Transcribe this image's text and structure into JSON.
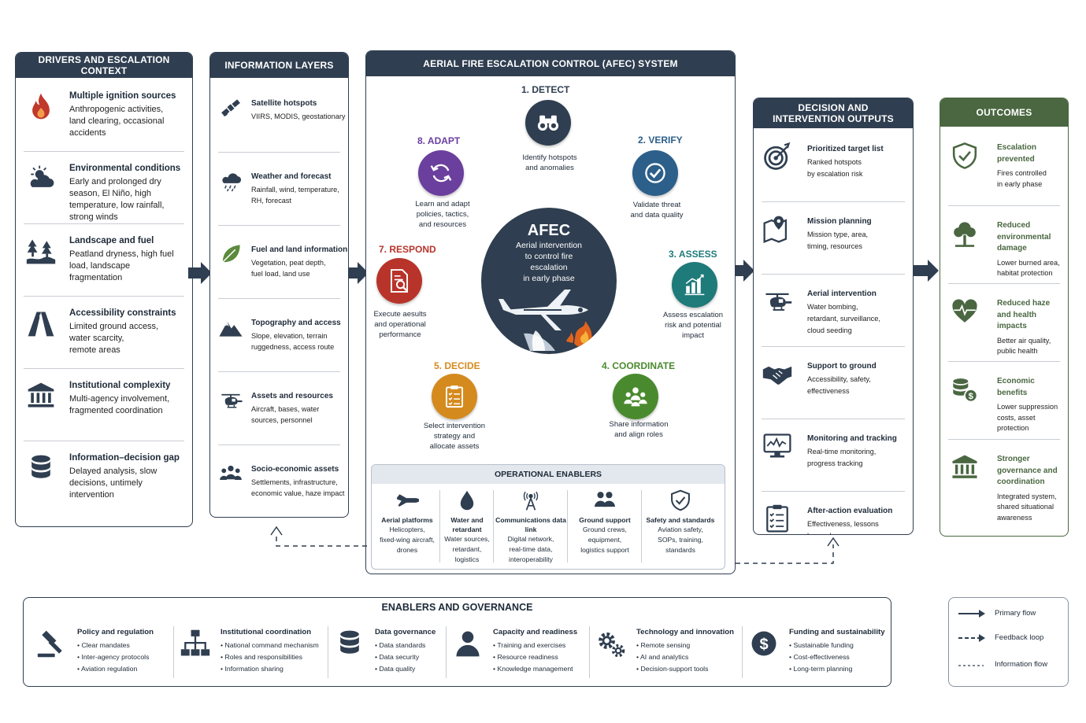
{
  "drivers": {
    "title": "DRIVERS AND ESCALATION CONTEXT",
    "items": [
      {
        "icon": "fire-icon",
        "title": "Multiple ignition sources",
        "desc": [
          "Anthropogenic activities,",
          "land clearing, occasional",
          "accidents"
        ]
      },
      {
        "icon": "weather-icon",
        "title": "Environmental conditions",
        "desc": [
          "Early and prolonged dry",
          "season, El Niño, high",
          "temperature, low rainfall,",
          "strong winds"
        ]
      },
      {
        "icon": "landscape-icon",
        "title": "Landscape and fuel",
        "desc": [
          "Peatland dryness, high fuel",
          "load, landscape",
          "fragmentation"
        ]
      },
      {
        "icon": "road-icon",
        "title": "Accessibility constraints",
        "desc": [
          "Limited ground access,",
          "water scarcity,",
          "remote areas"
        ]
      },
      {
        "icon": "institution-icon",
        "title": "Institutional complexity",
        "desc": [
          "Multi-agency involvement,",
          "fragmented coordination"
        ]
      },
      {
        "icon": "database-icon",
        "title": "Information–decision gap",
        "desc": [
          "Delayed analysis, slow",
          "decisions, untimely",
          "intervention"
        ]
      }
    ]
  },
  "layers": {
    "title": "INFORMATION LAYERS",
    "items": [
      {
        "icon": "satellite-icon",
        "title": "Satellite hotspots",
        "desc": [
          "VIIRS, MODIS, geostationary"
        ]
      },
      {
        "icon": "rain-cloud-icon",
        "title": "Weather and forecast",
        "desc": [
          "Rainfall, wind, temperature,",
          "RH, forecast"
        ]
      },
      {
        "icon": "leaf-icon",
        "title": "Fuel and land information",
        "desc": [
          "Vegetation, peat depth,",
          "fuel load, land use"
        ]
      },
      {
        "icon": "mountain-icon",
        "title": "Topography and access",
        "desc": [
          "Slope, elevation, terrain",
          "ruggedness, access route"
        ]
      },
      {
        "icon": "helicopter-icon",
        "title": "Assets and resources",
        "desc": [
          "Aircraft, bases, water",
          "sources, personnel"
        ]
      },
      {
        "icon": "people-icon",
        "title": "Socio-economic assets",
        "desc": [
          "Settlements, infrastructure,",
          "economic value, haze impact"
        ]
      }
    ]
  },
  "afec": {
    "title": "AERIAL FIRE ESCALATION CONTROL (AFEC) SYSTEM",
    "center_title": "AFEC",
    "center_desc": [
      "Aerial intervention",
      "to control fire",
      "escalation",
      "in early phase"
    ],
    "steps": [
      {
        "label": "1. DETECT",
        "caption": [
          "Identify hotspots",
          "and anomalies"
        ],
        "color": "#2f3e50",
        "icon": "binoculars-icon"
      },
      {
        "label": "2. VERIFY",
        "caption": [
          "Validate threat",
          "and data quality"
        ],
        "color": "#2c5f8a",
        "icon": "check-icon"
      },
      {
        "label": "3. ASSESS",
        "caption": [
          "Assess escalation",
          "risk and potential",
          "impact"
        ],
        "color": "#1f7a7a",
        "icon": "bar-chart-icon"
      },
      {
        "label": "4. COORDINATE",
        "caption": [
          "Share information",
          "and align roles"
        ],
        "color": "#4a8a2e",
        "icon": "team-icon"
      },
      {
        "label": "5. DECIDE",
        "caption": [
          "Select intervention",
          "strategy and",
          "allocate assets"
        ],
        "color": "#d58a1e",
        "icon": "clipboard-icon"
      },
      {
        "label": "7. RESPOND",
        "caption": [
          "Execute aesults",
          "and operational",
          "performance"
        ],
        "color": "#b8342b",
        "icon": "document-search-icon"
      },
      {
        "label": "8. ADAPT",
        "caption": [
          "Learn and adapt",
          "policies, tactics,",
          "and resources"
        ],
        "color": "#6b3f9e",
        "icon": "refresh-icon"
      }
    ],
    "enablers_title": "OPERATIONAL ENABLERS",
    "enablers": [
      {
        "icon": "airplane-icon",
        "title": "Aerial platforms",
        "desc": [
          "Helicopters,",
          "fixed-wing aircraft,",
          "drones"
        ]
      },
      {
        "icon": "water-drop-icon",
        "title": "Water and retardant",
        "desc": [
          "Water sources,",
          "retardant,",
          "logistics"
        ]
      },
      {
        "icon": "antenna-icon",
        "title": "Communications data link",
        "desc": [
          "Digital network,",
          "real-time data,",
          "interoperability"
        ]
      },
      {
        "icon": "crew-icon",
        "title": "Ground support",
        "desc": [
          "Ground crews,",
          "equipment,",
          "logistics support"
        ]
      },
      {
        "icon": "shield-check-icon",
        "title": "Safety and standards",
        "desc": [
          "Aviation safety,",
          "SOPs, training,",
          "standards"
        ]
      }
    ]
  },
  "outputs": {
    "title": [
      "DECISION AND",
      "INTERVENTION OUTPUTS"
    ],
    "items": [
      {
        "icon": "target-icon",
        "title": "Prioritized target list",
        "desc": [
          "Ranked hotspots",
          "by escalation risk"
        ]
      },
      {
        "icon": "map-pin-icon",
        "title": "Mission planning",
        "desc": [
          "Mission type, area,",
          "timing, resources"
        ]
      },
      {
        "icon": "helicopter-icon",
        "title": "Aerial intervention",
        "desc": [
          "Water bombing,",
          "retardant, surveillance,",
          "cloud seeding"
        ]
      },
      {
        "icon": "handshake-icon",
        "title": "Support to ground",
        "desc": [
          "Accessibility, safety,",
          "effectiveness"
        ]
      },
      {
        "icon": "monitor-icon",
        "title": "Monitoring and tracking",
        "desc": [
          "Real-time monitoring,",
          "progress tracking"
        ]
      },
      {
        "icon": "checklist-icon",
        "title": "After-action evaluation",
        "desc": [
          "Effectiveness, lessons",
          "learned"
        ]
      }
    ]
  },
  "outcomes": {
    "title": "OUTCOMES",
    "items": [
      {
        "icon": "shield-check-icon",
        "title": [
          "Escalation",
          "prevented"
        ],
        "desc": [
          "Fires controlled",
          "in early phase"
        ]
      },
      {
        "icon": "tree-icon",
        "title": [
          "Reduced",
          "environmental",
          "damage"
        ],
        "desc": [
          "Lower burned area,",
          "habitat protection"
        ]
      },
      {
        "icon": "heart-pulse-icon",
        "title": [
          "Reduced haze",
          "and health",
          "impacts"
        ],
        "desc": [
          "Better air quality,",
          "public health"
        ]
      },
      {
        "icon": "coins-icon",
        "title": [
          "Economic",
          "benefits"
        ],
        "desc": [
          "Lower suppression",
          "costs, asset",
          "protection"
        ]
      },
      {
        "icon": "institution-icon",
        "title": [
          "Stronger",
          "governance and",
          "coordination"
        ],
        "desc": [
          "Integrated system,",
          "shared situational",
          "awareness"
        ]
      }
    ]
  },
  "governance": {
    "title": "ENABLERS AND GOVERNANCE",
    "items": [
      {
        "icon": "gavel-icon",
        "title": "Policy and regulation",
        "bullets": [
          "Clear mandates",
          "Inter-agency protocols",
          "Aviation regulation"
        ]
      },
      {
        "icon": "org-chart-icon",
        "title": "Institutional coordination",
        "bullets": [
          "National command mechanism",
          "Roles and responsibilities",
          "Information sharing"
        ]
      },
      {
        "icon": "database-icon",
        "title": "Data governance",
        "bullets": [
          "Data standards",
          "Data security",
          "Data quality"
        ]
      },
      {
        "icon": "person-icon",
        "title": "Capacity and readiness",
        "bullets": [
          "Training and exercises",
          "Resource readiness",
          "Knowledge management"
        ]
      },
      {
        "icon": "gears-icon",
        "title": "Technology and innovation",
        "bullets": [
          "Remote sensing",
          "AI and analytics",
          "Decision-support tools"
        ]
      },
      {
        "icon": "dollar-icon",
        "title": "Funding and sustainability",
        "bullets": [
          "Sustainable funding",
          "Cost-effectiveness",
          "Long-term planning"
        ]
      }
    ]
  },
  "legend": {
    "primary": "Primary flow",
    "feedback": "Feedback loop",
    "info": "Information flow"
  },
  "colors": {
    "navy": "#2f3e50",
    "green": "#4a6741",
    "fire": "#c0392b"
  }
}
